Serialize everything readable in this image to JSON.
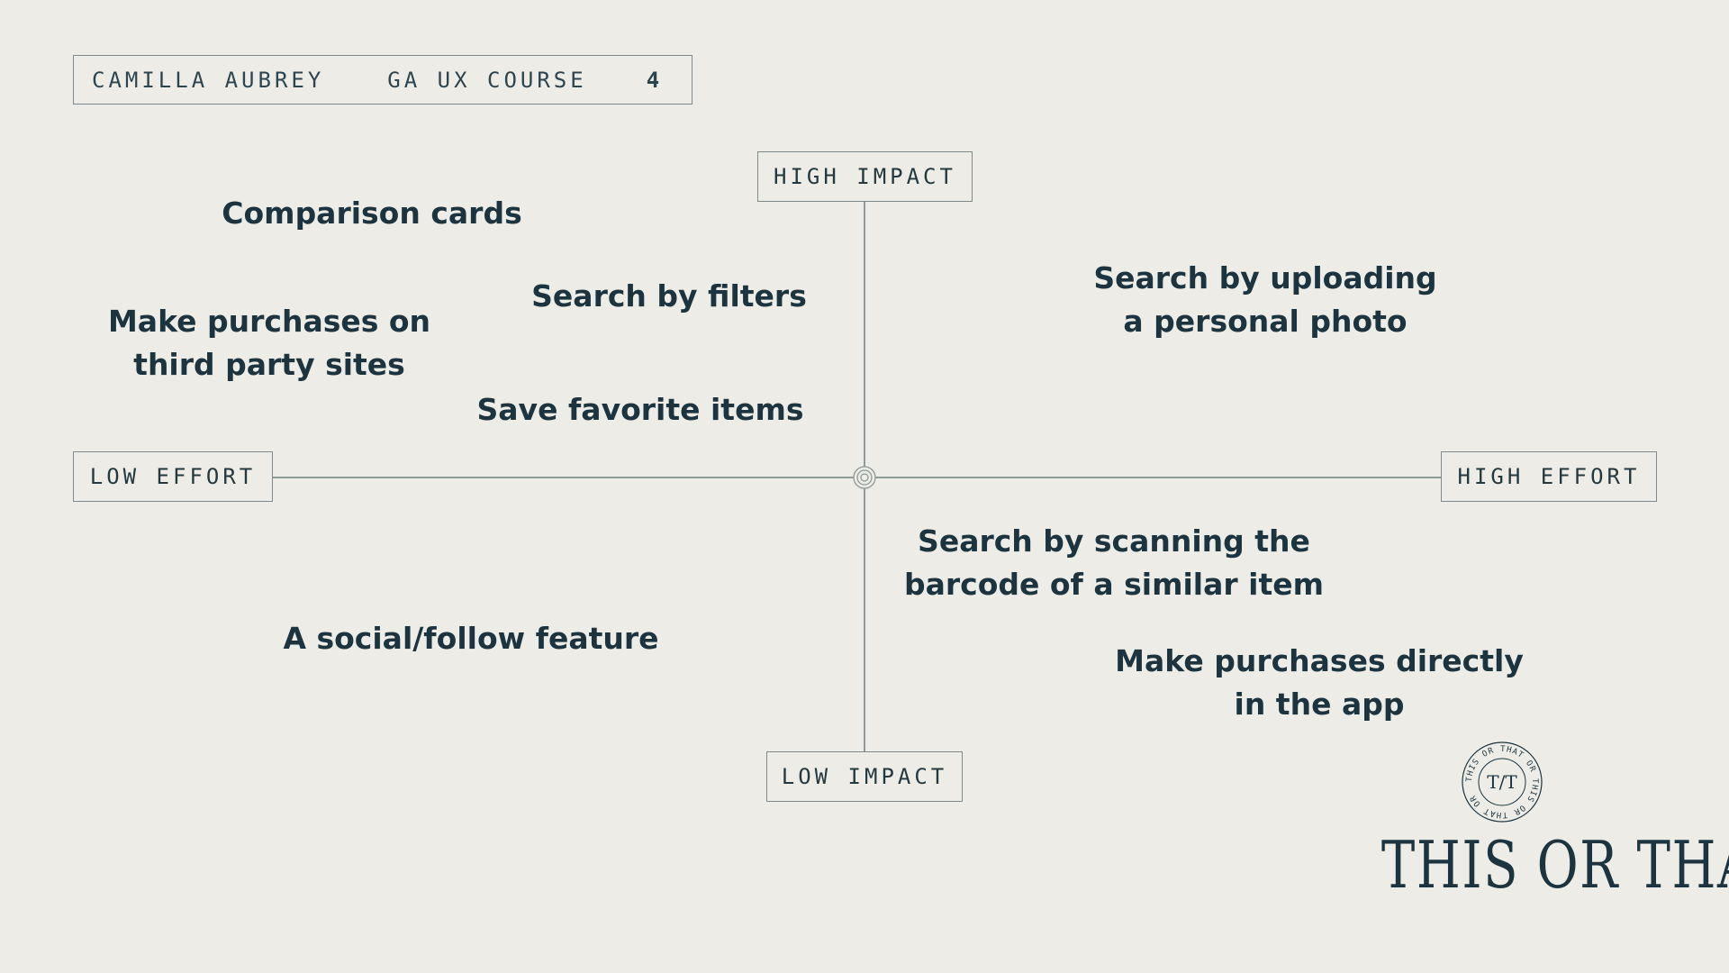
{
  "header": {
    "name": "CAMILLA AUBREY",
    "course": "GA UX COURSE",
    "page_number": "4"
  },
  "axes": {
    "top": "HIGH IMPACT",
    "bottom": "LOW IMPACT",
    "left": "LOW EFFORT",
    "right": "HIGH EFFORT"
  },
  "ideas": [
    "Comparison cards",
    "Search by filters",
    "Make purchases on\nthird party sites",
    "Save favorite items",
    "Search by uploading\na personal photo",
    "Search by scanning the\nbarcode of a similar item",
    "A social/follow feature",
    "Make purchases directly\nin the app"
  ],
  "logo": {
    "wordmark": "THIS OR THAT",
    "monogram": "T/T",
    "ring_text": "THIS OR THAT OR THIS OR THAT OR "
  },
  "colors": {
    "background": "#eeece6",
    "text": "#1b3440",
    "line": "#8d999a"
  }
}
